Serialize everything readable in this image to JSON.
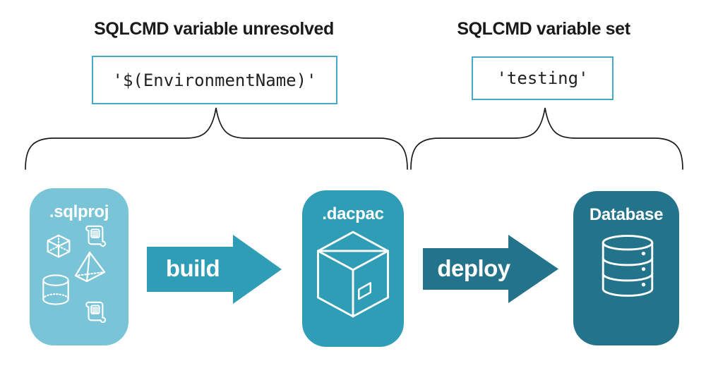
{
  "annotations": {
    "unresolved": {
      "heading": "SQLCMD variable unresolved",
      "code": "'$(EnvironmentName)'"
    },
    "set": {
      "heading": "SQLCMD variable set",
      "code": "'testing'"
    }
  },
  "pipeline": {
    "stages": [
      {
        "label": ".sqlproj",
        "icons": [
          "scroll-icon",
          "cube-icon",
          "pyramid-icon",
          "cylinder-icon",
          "scroll-icon"
        ]
      },
      {
        "label": ".dacpac",
        "icons": [
          "package-icon"
        ]
      },
      {
        "label": "Database",
        "icons": [
          "database-icon"
        ]
      }
    ],
    "arrows": [
      {
        "label": "build"
      },
      {
        "label": "deploy"
      }
    ]
  },
  "colors": {
    "sqlproj_fill": "#79C4D6",
    "dacpac_fill": "#2E9DB5",
    "database_fill": "#23748A",
    "build_arrow_fill": "#2E9DB5",
    "deploy_arrow_fill": "#23748A",
    "code_box_border": "#44A9C6",
    "brace_stroke": "#1A1A1A",
    "heading_text": "#1A1A1A",
    "icon_stroke": "#FFFFFF"
  }
}
